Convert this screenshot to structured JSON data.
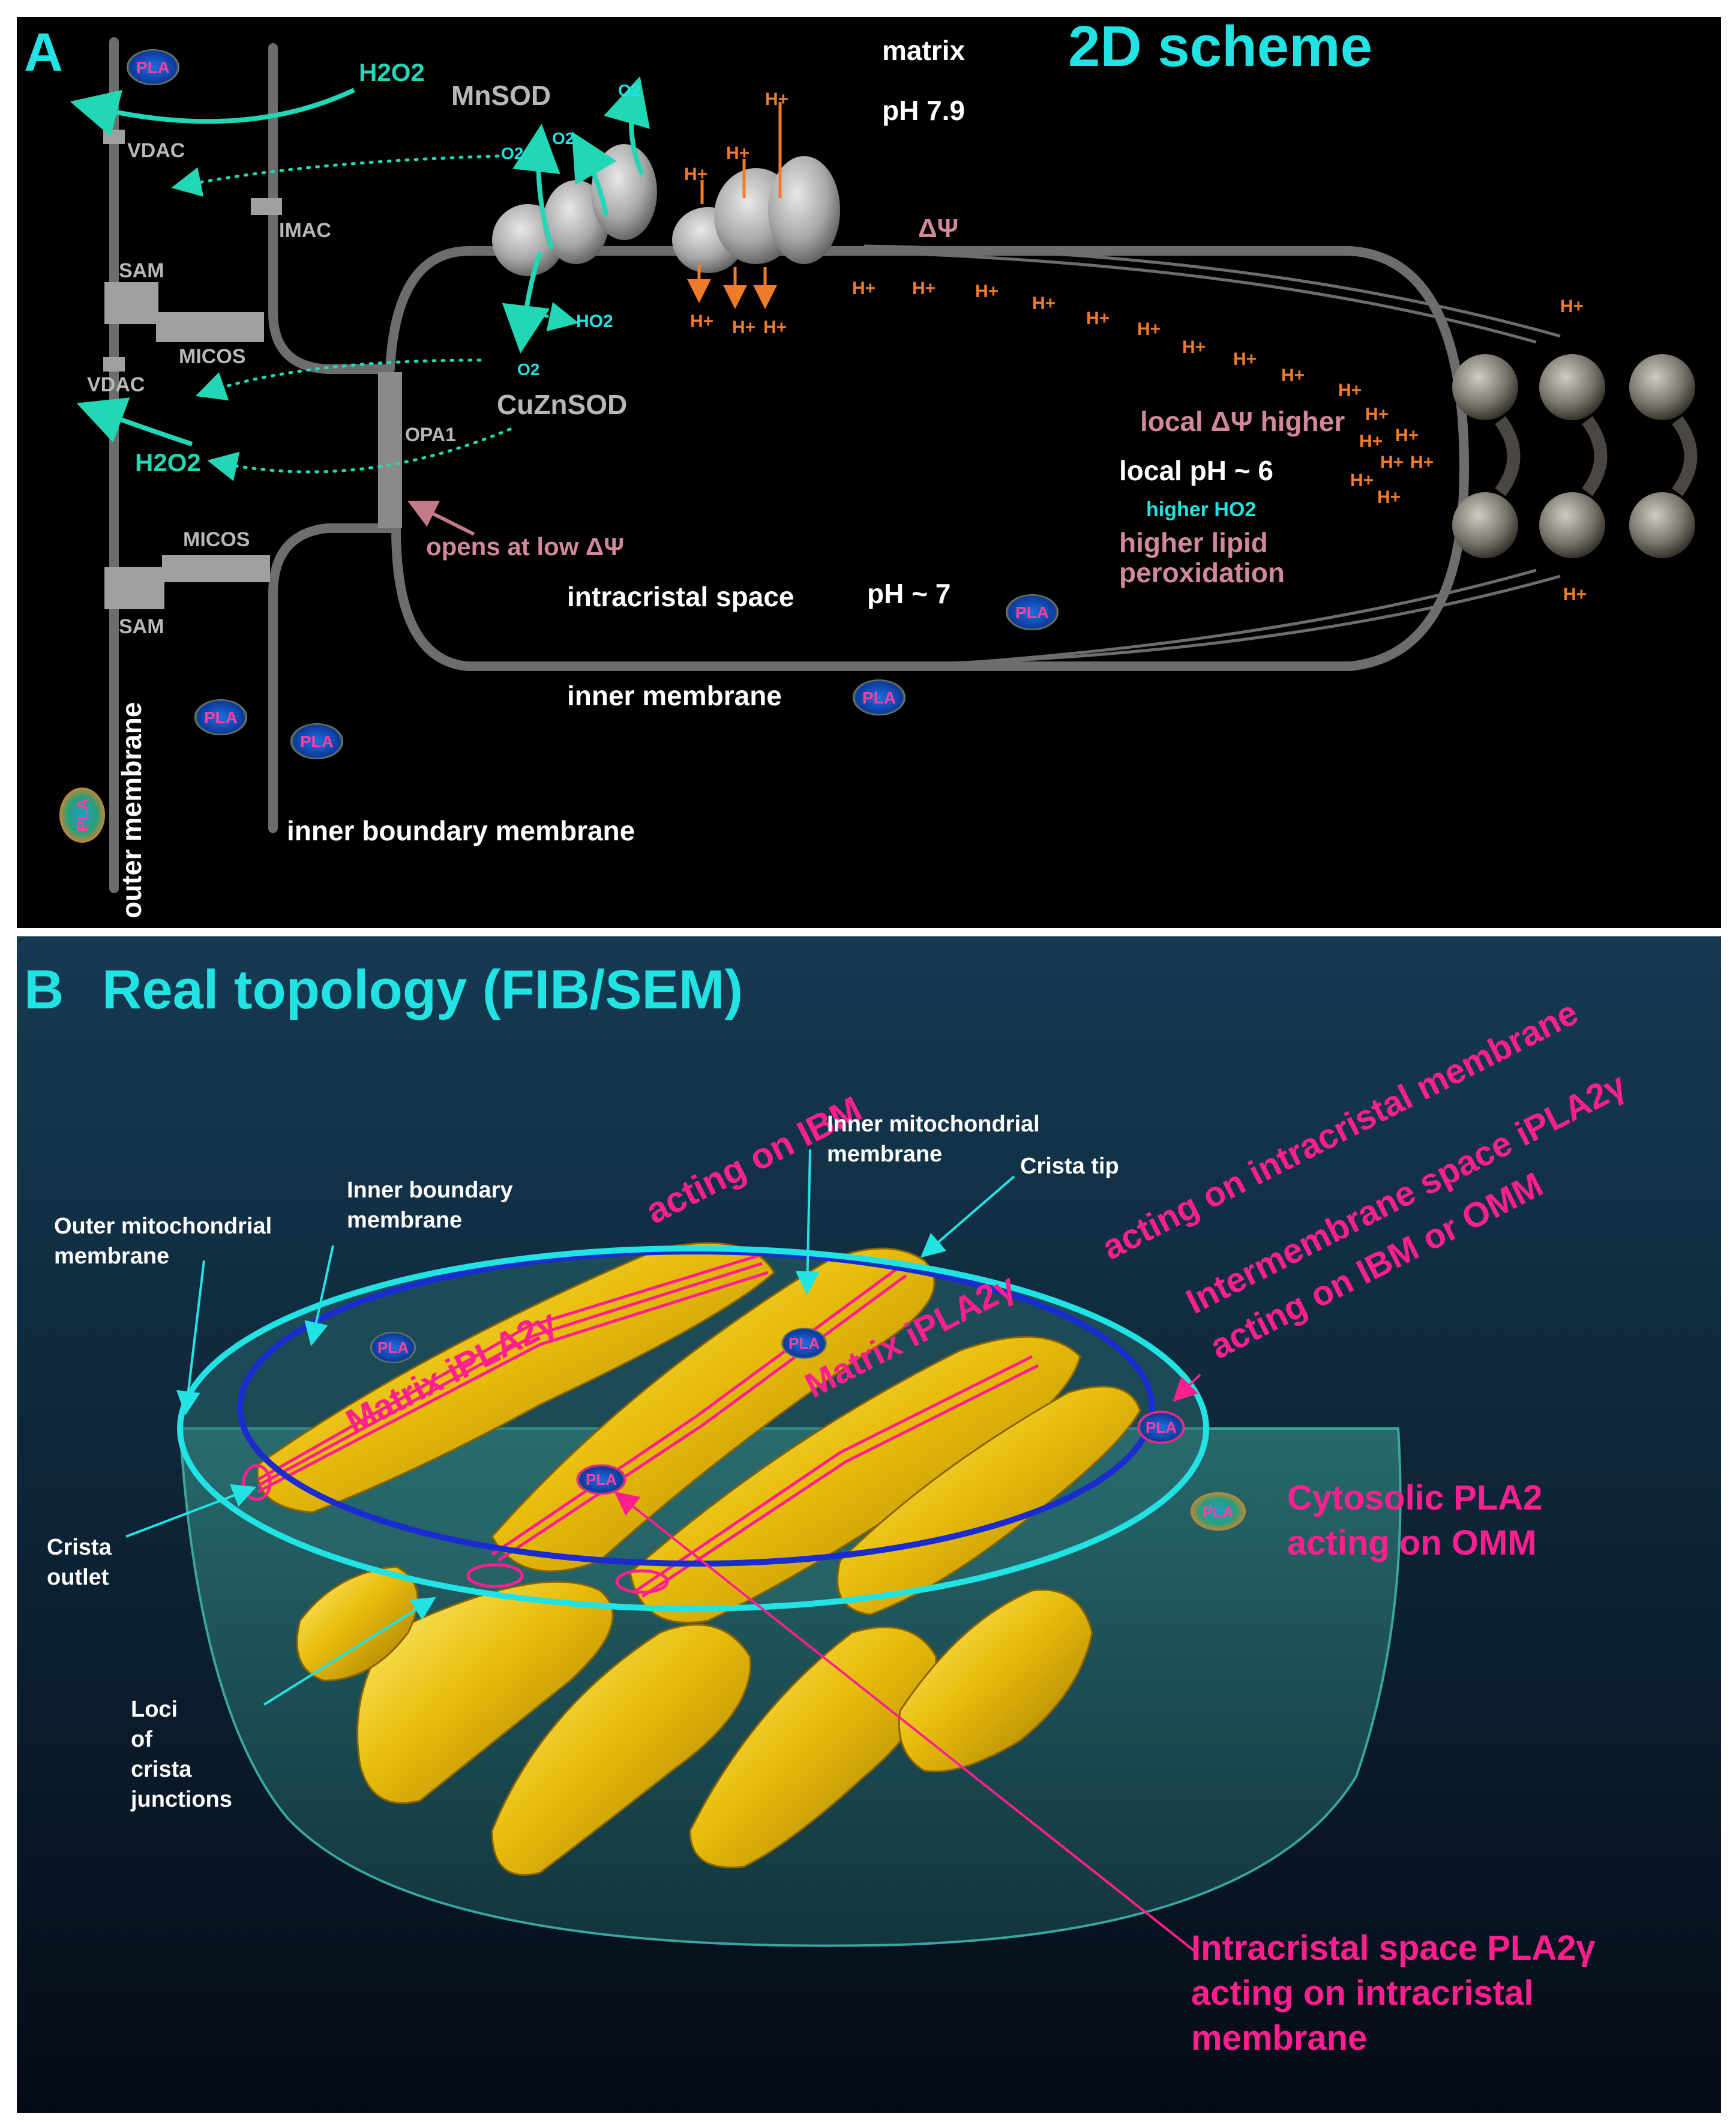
{
  "panel_a": {
    "letter": "A",
    "title": "2D scheme",
    "matrix": "matrix",
    "matrix_ph": "pH 7.9",
    "h2o2_top": "H2O2",
    "h2o2_left": "H2O2",
    "mnsod": "MnSOD",
    "cuznsod": "CuZnSOD",
    "vdac_top": "VDAC",
    "vdac_mid": "VDAC",
    "imac": "IMAC",
    "sam_top": "SAM",
    "sam_bottom": "SAM",
    "micos_top": "MICOS",
    "micos_bottom": "MICOS",
    "opa1": "OPA1",
    "opens_low": "opens at low ΔΨ",
    "delta_psi": "ΔΨ",
    "local_dpsi": "local ΔΨ higher",
    "local_ph": "local pH ~ 6",
    "higher_ho2": "higher HO2",
    "higher_lipid": "higher lipid",
    "peroxidation": "peroxidation",
    "intracristal": "intracristal space",
    "intracristal_ph": "pH ~ 7",
    "inner_membrane": "inner membrane",
    "inner_boundary": "inner boundary membrane",
    "outer_membrane": "outer membrane",
    "o2": "O2",
    "ho2": "HO2",
    "hplus": "H+",
    "pla": "PLA"
  },
  "panel_b": {
    "letter": "B",
    "title": "Real topology (FIB/SEM)",
    "acting_ibm": "acting on IBM",
    "acting_intracristal": "acting on intracristal membrane",
    "ims_line1": "Intermembrane space iPLA2γ",
    "ims_line2": "acting on IBM or OMM",
    "matrix_ipla_left": "Matrix iPLA2γ",
    "matrix_ipla_right": "Matrix iPLA2γ",
    "inner_mito_1": "Inner mitochondrial",
    "inner_mito_2": "membrane",
    "crista_tip": "Crista tip",
    "inner_boundary_1": "Inner boundary",
    "inner_boundary_2": "membrane",
    "outer_mito_1": "Outer mitochondrial",
    "outer_mito_2": "membrane",
    "crista_outlet_1": "Crista",
    "crista_outlet_2": "outlet",
    "loci_1": "Loci",
    "loci_2": "of",
    "loci_3": "crista",
    "loci_4": "junctions",
    "cyto_1": "Cytosolic PLA2",
    "cyto_2": "acting on OMM",
    "icspla_1": "Intracristal space PLA2γ",
    "icspla_2": "acting on intracristal",
    "icspla_3": "membrane",
    "pla": "PLA"
  },
  "colors": {
    "cyan": "#22e3e3",
    "magenta": "#ff1f8e",
    "orange": "#f07b2a",
    "membrane_grey": "#6d6d6d",
    "cristae_gold": "#e2b300",
    "panel_b_bg": "#0e2a3f"
  }
}
